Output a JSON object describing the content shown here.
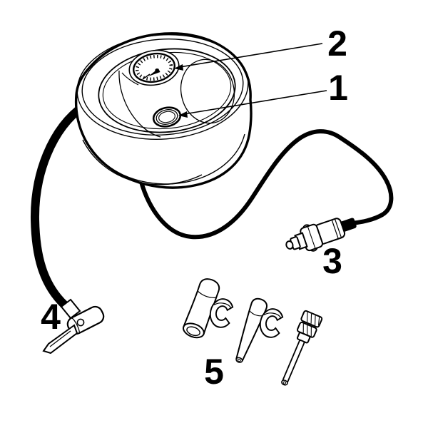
{
  "figure": {
    "subject": "tire-inflator-parts-diagram",
    "background_color": "#ffffff",
    "line_color": "#000000"
  },
  "parts": [
    {
      "number": "1",
      "name": "power-button"
    },
    {
      "number": "2",
      "name": "pressure-gauge"
    },
    {
      "number": "3",
      "name": "12v-power-plug"
    },
    {
      "number": "4",
      "name": "hose-chuck"
    },
    {
      "number": "5",
      "name": "adapter-nozzles"
    }
  ]
}
